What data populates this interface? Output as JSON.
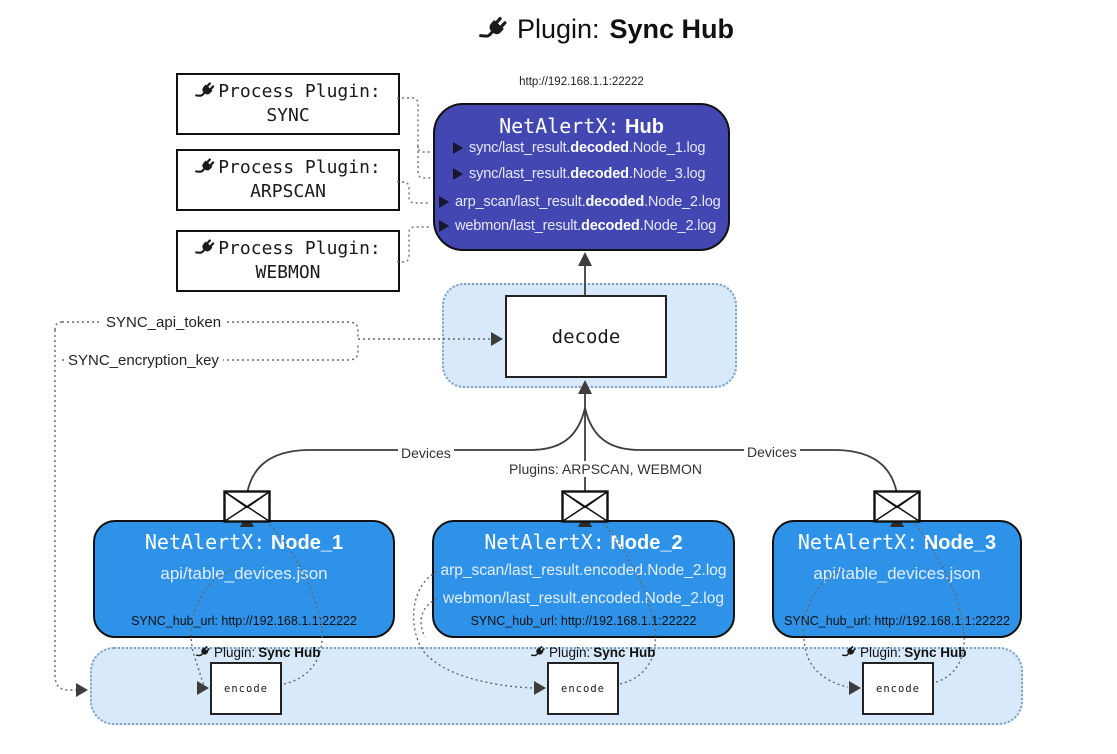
{
  "title": {
    "prefix": "Plugin:",
    "bold": "Sync Hub"
  },
  "process_plugins": [
    {
      "label": "Process Plugin:",
      "name": "SYNC"
    },
    {
      "label": "Process Plugin:",
      "name": "ARPSCAN"
    },
    {
      "label": "Process Plugin:",
      "name": "WEBMON"
    }
  ],
  "hub": {
    "url": "http://192.168.1.1:22222",
    "title_mono": "NetAlertX:",
    "title_bold": "Hub",
    "rows": [
      {
        "prefix": "sync/last_result.",
        "bold": "decoded",
        "suffix": ".Node_1.log"
      },
      {
        "prefix": "sync/last_result.",
        "bold": "decoded",
        "suffix": ".Node_3.log"
      },
      {
        "prefix": "arp_scan/last_result.",
        "bold": "decoded",
        "suffix": ".Node_2.log"
      },
      {
        "prefix": "webmon/last_result.",
        "bold": "decoded",
        "suffix": ".Node_2.log"
      }
    ]
  },
  "decode": {
    "label": "decode"
  },
  "settings": {
    "api_token": "SYNC_api_token",
    "encryption_key": "SYNC_encryption_key"
  },
  "edge_labels": {
    "left": "Devices",
    "center": "Plugins: ARPSCAN, WEBMON",
    "right": "Devices"
  },
  "nodes": [
    {
      "title_mono": "NetAlertX:",
      "title_bold": "Node_1",
      "lines": [
        "api/table_devices.json"
      ],
      "hub_url": "SYNC_hub_url: http://192.168.1.1:22222"
    },
    {
      "title_mono": "NetAlertX:",
      "title_bold": "Node_2",
      "lines": [
        "arp_scan/last_result.encoded.Node_2.log",
        "webmon/last_result.encoded.Node_2.log"
      ],
      "hub_url": "SYNC_hub_url: http://192.168.1.1:22222"
    },
    {
      "title_mono": "NetAlertX:",
      "title_bold": "Node_3",
      "lines": [
        "api/table_devices.json"
      ],
      "hub_url": "SYNC_hub_url: http://192.168.1.1:22222"
    }
  ],
  "encoders": [
    {
      "label_prefix": "Plugin:",
      "label_bold": "Sync Hub",
      "box_label": "encode"
    },
    {
      "label_prefix": "Plugin:",
      "label_bold": "Sync Hub",
      "box_label": "encode"
    },
    {
      "label_prefix": "Plugin:",
      "label_bold": "Sync Hub",
      "box_label": "encode"
    }
  ],
  "colors": {
    "node_blue": "#2E93E8",
    "hub_indigo": "#4247B2",
    "panel_blue": "#D7E9FA",
    "line_gray": "#3d3d3d"
  }
}
